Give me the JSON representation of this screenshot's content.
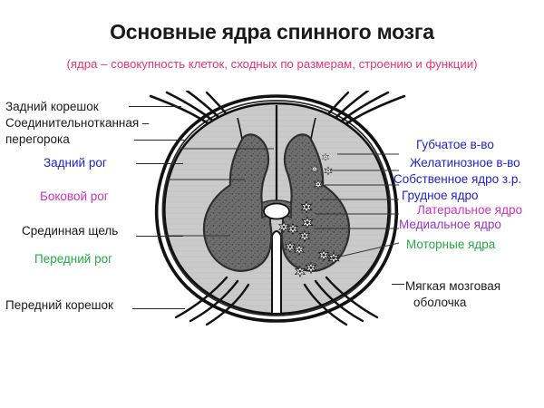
{
  "header": {
    "title": "Основные ядра спинного мозга",
    "subtitle": "(ядра – совокупность клеток, сходных по размерам, строению и функции)",
    "title_color": "#1a1a1a",
    "subtitle_color": "#e8336e"
  },
  "colors": {
    "black": "#1a1a1a",
    "blue": "#2222cc",
    "magenta": "#cc33bb",
    "green": "#22aa44",
    "purple": "#9933cc",
    "white_matter": "#cccccc",
    "gray_matter": "#6e6e6e",
    "outline": "#111111",
    "background": "#ffffff"
  },
  "labels_left": [
    {
      "id": "posterior-root",
      "text": "Задний корешок",
      "color": "black"
    },
    {
      "id": "connective-septum-1",
      "text": "Соединительнотканная –",
      "color": "black"
    },
    {
      "id": "connective-septum-2",
      "text": "перегорока",
      "color": "black"
    },
    {
      "id": "posterior-horn",
      "text": "Задний рог",
      "color": "blue"
    },
    {
      "id": "lateral-horn",
      "text": "Боковой рог",
      "color": "magenta"
    },
    {
      "id": "median-fissure",
      "text": "Срединная щель",
      "color": "black"
    },
    {
      "id": "anterior-horn",
      "text": "Передний рог",
      "color": "green"
    },
    {
      "id": "anterior-root",
      "text": "Передний корешок",
      "color": "black"
    }
  ],
  "labels_right": [
    {
      "id": "spongy-substance",
      "text": "Губчатое в-во",
      "color": "blue"
    },
    {
      "id": "gelatinous-substance",
      "text": "Желатинозное в-во",
      "color": "blue"
    },
    {
      "id": "proper-nucleus",
      "text": "Собственное ядро з.р.",
      "color": "blue"
    },
    {
      "id": "thoracic-nucleus",
      "text": "Грудное ядро",
      "color": "blue"
    },
    {
      "id": "lateral-nucleus",
      "text": "Латеральное ядро",
      "color": "magenta"
    },
    {
      "id": "medial-nucleus",
      "text": "Медиальное ядро",
      "color": "purple"
    },
    {
      "id": "motor-nuclei",
      "text": "Моторные ядра",
      "color": "green"
    },
    {
      "id": "pia-mater-1",
      "text": "Мягкая мозговая",
      "color": "black"
    },
    {
      "id": "pia-mater-2",
      "text": "оболочка",
      "color": "black"
    }
  ],
  "figure": {
    "name": "Поперечный срез спинного мозга",
    "regions": [
      "белое вещество",
      "серое вещество",
      "центральный канал",
      "задние корешки",
      "передние корешки",
      "задняя срединная борозда",
      "передняя срединная щель"
    ],
    "neuron_marker_count": 14
  }
}
